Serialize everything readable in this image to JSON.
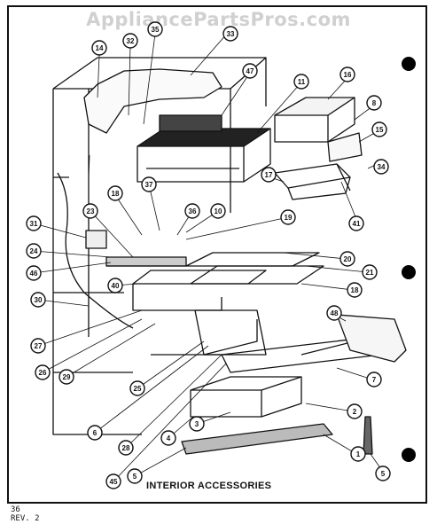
{
  "watermark": "AppliancePartsPros.com",
  "diagram": {
    "title": "INTERIOR ACCESSORIES",
    "page_number": "36",
    "revision": "REV. 2"
  },
  "callouts": [
    {
      "id": "c14",
      "label": "14"
    },
    {
      "id": "c32",
      "label": "32"
    },
    {
      "id": "c33",
      "label": "33"
    },
    {
      "id": "c35",
      "label": "35"
    },
    {
      "id": "c47",
      "label": "47"
    },
    {
      "id": "c11",
      "label": "11"
    },
    {
      "id": "c16",
      "label": "16"
    },
    {
      "id": "c8",
      "label": "8"
    },
    {
      "id": "c15",
      "label": "15"
    },
    {
      "id": "c34",
      "label": "34"
    },
    {
      "id": "c17",
      "label": "17"
    },
    {
      "id": "c37",
      "label": "37"
    },
    {
      "id": "c18",
      "label": "18"
    },
    {
      "id": "c23",
      "label": "23"
    },
    {
      "id": "c36",
      "label": "36"
    },
    {
      "id": "c10",
      "label": "10"
    },
    {
      "id": "c19",
      "label": "19"
    },
    {
      "id": "c31",
      "label": "31"
    },
    {
      "id": "c24",
      "label": "24"
    },
    {
      "id": "c41",
      "label": "41"
    },
    {
      "id": "c20",
      "label": "20"
    },
    {
      "id": "c46",
      "label": "46"
    },
    {
      "id": "c21",
      "label": "21"
    },
    {
      "id": "c40",
      "label": "40"
    },
    {
      "id": "c18b",
      "label": "18"
    },
    {
      "id": "c30",
      "label": "30"
    },
    {
      "id": "c48",
      "label": "48"
    },
    {
      "id": "c27",
      "label": "27"
    },
    {
      "id": "c26",
      "label": "26"
    },
    {
      "id": "c29",
      "label": "29"
    },
    {
      "id": "c7",
      "label": "7"
    },
    {
      "id": "c25",
      "label": "25"
    },
    {
      "id": "c6",
      "label": "6"
    },
    {
      "id": "c2",
      "label": "2"
    },
    {
      "id": "c3",
      "label": "3"
    },
    {
      "id": "c4",
      "label": "4"
    },
    {
      "id": "c28",
      "label": "28"
    },
    {
      "id": "c1",
      "label": "1"
    },
    {
      "id": "c5",
      "label": "5"
    },
    {
      "id": "c5b",
      "label": "5"
    },
    {
      "id": "c45",
      "label": "45"
    }
  ]
}
